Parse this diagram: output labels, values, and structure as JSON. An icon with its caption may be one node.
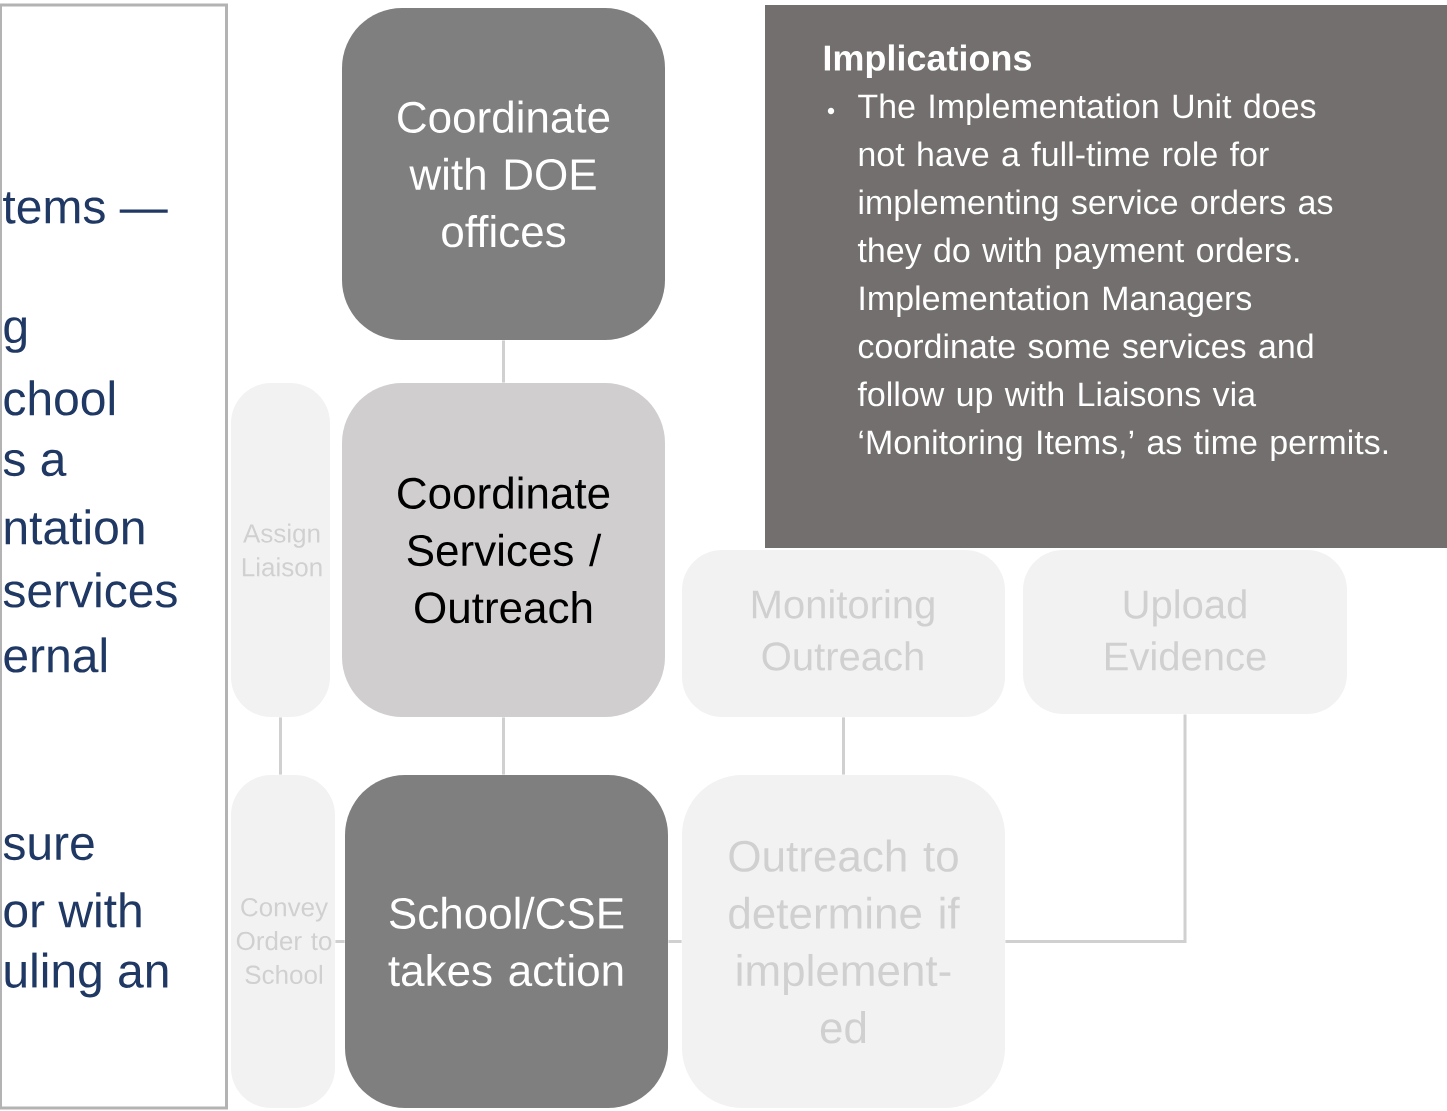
{
  "diagram": {
    "nodes": [
      {
        "text": [
          "tems —",
          "g",
          "chool",
          "s a",
          "ntation",
          "services",
          "ernal",
          "sure",
          "or with",
          "uling an"
        ]
      },
      {
        "text": [
          "Coordinate with DOE offices"
        ]
      },
      {
        "text": [
          "Implications",
          "The Implementation Unit does not have a full-time role for implementing service orders as they do with payment orders. Implementation Managers coordinate some services and follow up with Liaisons via ‘Monitoring Items,’ as time permits."
        ]
      },
      {
        "text": [
          "Assign Liaison"
        ]
      },
      {
        "text": [
          "Coordinate Services / Outreach"
        ]
      },
      {
        "text": [
          "Monitoring Outreach"
        ]
      },
      {
        "text": [
          "Upload Evidence"
        ]
      },
      {
        "text": [
          "Convey Order to School"
        ]
      },
      {
        "text": [
          "School/CSE takes action"
        ]
      },
      {
        "text": [
          "Outreach to determine if implement- ed"
        ]
      }
    ],
    "edges": [
      {
        "from": 1,
        "to": 4,
        "arrow": "none"
      },
      {
        "from": 3,
        "to": 7,
        "arrow": "none"
      },
      {
        "from": 4,
        "to": 8,
        "arrow": "none"
      },
      {
        "from": 5,
        "to": 9,
        "arrow": "none"
      },
      {
        "from": 7,
        "to": 8,
        "arrow": "none"
      },
      {
        "from": 8,
        "to": 9,
        "arrow": "none"
      },
      {
        "from": 6,
        "to": 9,
        "arrow": "none"
      }
    ]
  }
}
